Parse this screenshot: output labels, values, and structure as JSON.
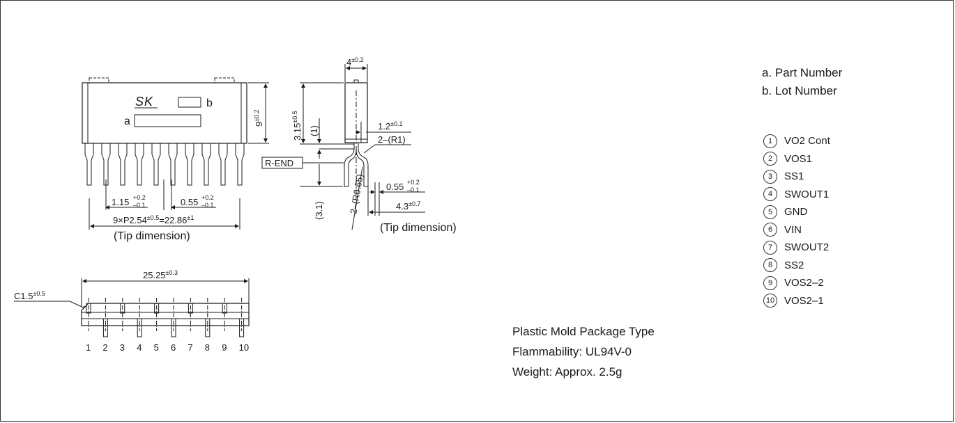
{
  "logo_text": "SK",
  "notes": {
    "part_number": "a. Part Number",
    "lot_number": "b. Lot Number"
  },
  "pins": [
    {
      "num": "1",
      "label": "VO2 Cont"
    },
    {
      "num": "2",
      "label": "VOS1"
    },
    {
      "num": "3",
      "label": "SS1"
    },
    {
      "num": "4",
      "label": "SWOUT1"
    },
    {
      "num": "5",
      "label": "GND"
    },
    {
      "num": "6",
      "label": "VIN"
    },
    {
      "num": "7",
      "label": "SWOUT2"
    },
    {
      "num": "8",
      "label": "SS2"
    },
    {
      "num": "9",
      "label": "VOS2–2"
    },
    {
      "num": "10",
      "label": "VOS2–1"
    }
  ],
  "package": {
    "type": "Plastic Mold Package Type",
    "flammability": "Flammability: UL94V-0",
    "weight": "Weight: Approx. 2.5g"
  },
  "front_view": {
    "label_a": "a",
    "label_b": "b",
    "height_dim": "9",
    "height_tol": "±0.2",
    "pitch_dim": "1.15",
    "pitch_tol_plus": "+0.2",
    "pitch_tol_minus": "–0.1",
    "lead_dim": "0.55",
    "lead_tol_plus": "+0.2",
    "lead_tol_minus": "–0.1",
    "span_dim_1": "9×P2.54",
    "span_tol_1": "±0.5",
    "span_dim_2": "=22.86",
    "span_tol_2": "±1",
    "tip_note": "(Tip dimension)"
  },
  "side_view": {
    "width_dim": "4",
    "width_tol": "±0.2",
    "dim_315": "3.15",
    "dim_315_tol": "±0.5",
    "dim_1": "(1)",
    "dim_12": "1.2",
    "dim_12_tol": "±0.1",
    "dim_r1": "2–(R1)",
    "r_end": "R-END",
    "dim_31": "(3.1)",
    "dim_r065": "2–(R0.65)",
    "lead_dim": "0.55",
    "lead_tol_plus": "+0.2",
    "lead_tol_minus": "–0.1",
    "dim_43": "4.3",
    "dim_43_tol": "±0.7",
    "tip_note": "(Tip dimension)"
  },
  "bottom_view": {
    "length_dim": "25.25",
    "length_tol": "±0.3",
    "chamfer_dim": "C1.5",
    "chamfer_tol": "±0.5",
    "pin_numbers": [
      "1",
      "2",
      "3",
      "4",
      "5",
      "6",
      "7",
      "8",
      "9",
      "10"
    ]
  }
}
